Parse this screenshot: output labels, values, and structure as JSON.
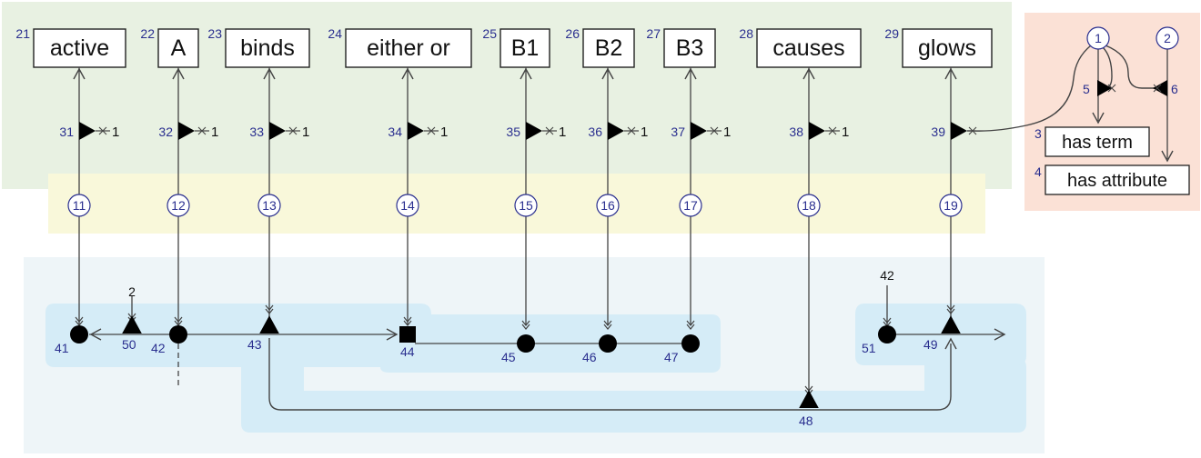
{
  "concepts": [
    {
      "num": "21",
      "label": "active"
    },
    {
      "num": "22",
      "label": "A"
    },
    {
      "num": "23",
      "label": "binds"
    },
    {
      "num": "24",
      "label": "either or"
    },
    {
      "num": "25",
      "label": "B1"
    },
    {
      "num": "26",
      "label": "B2"
    },
    {
      "num": "27",
      "label": "B3"
    },
    {
      "num": "28",
      "label": "causes"
    },
    {
      "num": "29",
      "label": "glows"
    }
  ],
  "arrows": [
    {
      "num": "31",
      "weight": "1"
    },
    {
      "num": "32",
      "weight": "1"
    },
    {
      "num": "33",
      "weight": "1"
    },
    {
      "num": "34",
      "weight": "1"
    },
    {
      "num": "35",
      "weight": "1"
    },
    {
      "num": "36",
      "weight": "1"
    },
    {
      "num": "37",
      "weight": "1"
    },
    {
      "num": "38",
      "weight": "1"
    },
    {
      "num": "39",
      "weight": ""
    }
  ],
  "links": [
    "11",
    "12",
    "13",
    "14",
    "15",
    "16",
    "17",
    "18",
    "19"
  ],
  "bottom_nodes": [
    {
      "num": "41",
      "shape": "circle"
    },
    {
      "num": "50",
      "shape": "triangle"
    },
    {
      "num": "42",
      "shape": "circle"
    },
    {
      "num": "43",
      "shape": "triangle"
    },
    {
      "num": "44",
      "shape": "square"
    },
    {
      "num": "45",
      "shape": "circle"
    },
    {
      "num": "46",
      "shape": "circle"
    },
    {
      "num": "47",
      "shape": "circle"
    },
    {
      "num": "48",
      "shape": "triangle"
    },
    {
      "num": "51",
      "shape": "circle"
    },
    {
      "num": "49",
      "shape": "triangle"
    }
  ],
  "annotations": {
    "above_50": "2",
    "above_51": "42"
  },
  "legend": {
    "top_nodes": [
      "1",
      "2"
    ],
    "arrow_nums": [
      "5",
      "6"
    ],
    "term": {
      "num": "3",
      "label": "has term"
    },
    "attribute": {
      "num": "4",
      "label": "has attribute"
    }
  },
  "colors": {
    "green_panel": "#e8f1e2",
    "yellow_band": "#f9f8da",
    "blue_panel": "#eef5f8",
    "blue_inner": "#d5ecf7",
    "pink_panel": "#fbe1d6",
    "number_blue": "#2a2f8f"
  }
}
